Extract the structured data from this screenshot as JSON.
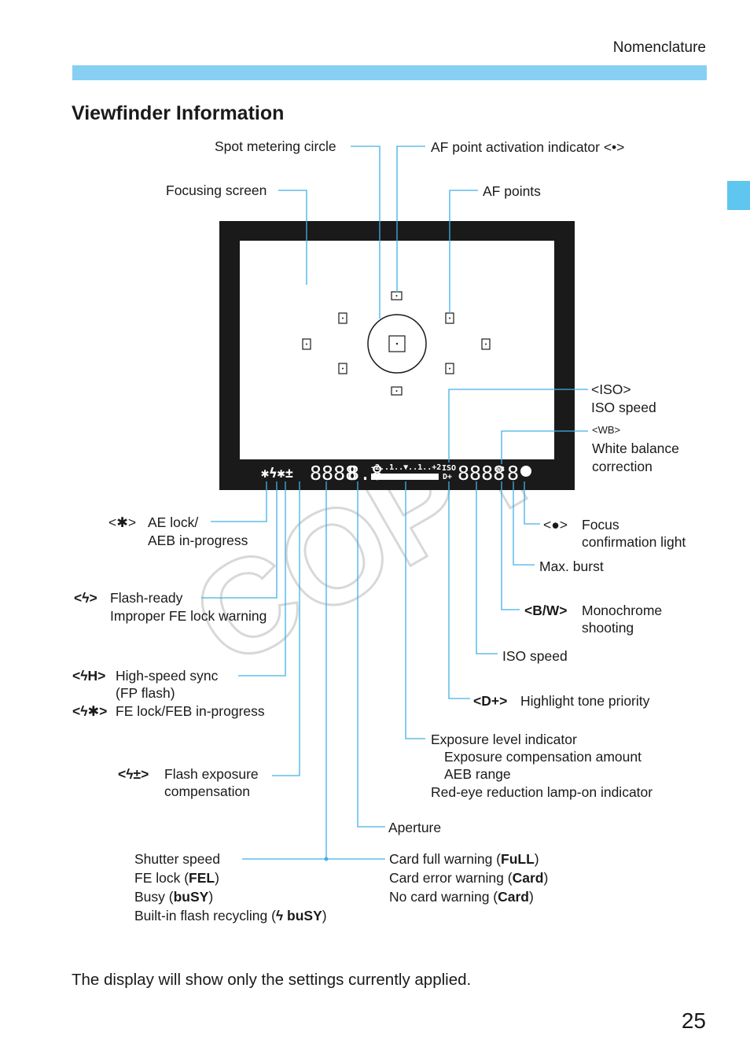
{
  "header": {
    "section": "Nomenclature"
  },
  "title": "Viewfinder Information",
  "labels": {
    "spot_metering": "Spot metering circle",
    "af_activation": "AF point activation indicator <•>",
    "focusing_screen": "Focusing screen",
    "af_points": "AF points",
    "iso_icon": "<ISO>",
    "iso_speed_top": "ISO speed",
    "wb_icon": "<WB>",
    "wb_line1": "White balance",
    "wb_line2": "correction",
    "ae_lock_icon": "<✱>",
    "ae_lock_line1": "AE lock/",
    "ae_lock_line2": "AEB in-progress",
    "focus_icon": "<●>",
    "focus_line1": "Focus",
    "focus_line2": "confirmation light",
    "max_burst": "Max. burst",
    "flash_ready_icon": "<ϟ>",
    "flash_ready_line1": "Flash-ready",
    "flash_ready_line2": "Improper FE lock warning",
    "mono_icon": "<B/W>",
    "mono_line1": "Monochrome",
    "mono_line2": "shooting",
    "iso_speed_bottom": "ISO speed",
    "hss_icon": "<ϟH>",
    "hss_line1": "High-speed sync",
    "hss_line2": "(FP flash)",
    "fe_lock_icon": "<ϟ✱>",
    "fe_lock_line": "FE lock/FEB in-progress",
    "htp_icon": "<D+>",
    "htp_line": "Highlight tone priority",
    "exposure_level": "Exposure level indicator",
    "exposure_comp": "Exposure compensation amount",
    "aeb_range": "AEB range",
    "red_eye": "Red-eye reduction lamp-on indicator",
    "fec_icon": "<ϟ±>",
    "fec_line1": "Flash exposure",
    "fec_line2": "compensation",
    "aperture": "Aperture",
    "shutter_speed": "Shutter speed",
    "fe_lock_pre": "FE lock (",
    "fe_lock_code": "FEL",
    "busy_pre": "Busy (",
    "busy_code": "buSY",
    "recycling_pre": "Built-in flash recycling (",
    "recycling_code": "ϟ buSY",
    "card_full_pre": "Card full warning (",
    "card_full_code": "FuLL",
    "card_error_pre": "Card error warning (",
    "card_error_code": "Card",
    "no_card_pre": "No card warning (",
    "no_card_code": "Card",
    "close_paren": ")"
  },
  "lcd": {
    "left_icons": "✱ϟ✱±",
    "digits_shutter": "8888",
    "digits_aperture": "8.8",
    "scale": "-2..1..▼..1..+2",
    "iso_label": "ISO",
    "d_plus": "D+",
    "digits_iso": "8888",
    "wb_small": "WB",
    "burst_digit": "8"
  },
  "footer": {
    "note": "The display will show only the settings currently applied."
  },
  "page_number": "25",
  "watermark": "COPY",
  "colors": {
    "accent": "#87d0f3",
    "tab": "#5ec6ef",
    "leader": "#40b0e8"
  }
}
